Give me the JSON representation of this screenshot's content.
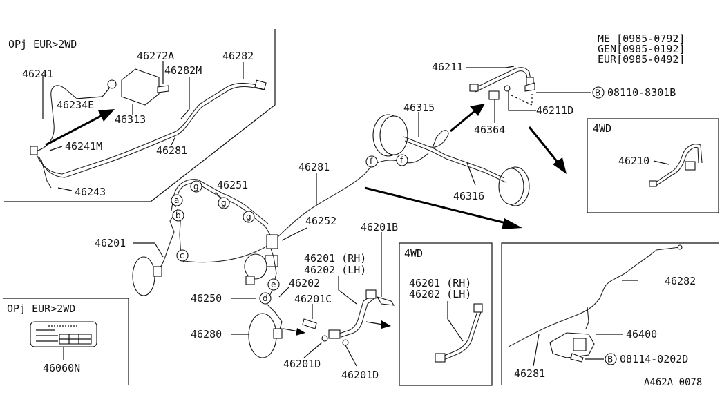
{
  "labels": {
    "op_eur_2wd_top": "OPj EUR>2WD",
    "op_eur_2wd_bottom": "OPj EUR>2WD",
    "me": "ME [0985-0792]",
    "gen": "GEN[0985-0192]",
    "eur": "EUR[0985-0492]",
    "inset_4wd_top": "4WD",
    "inset_4wd_mid": "4WD",
    "ref_code": "A462A 0078"
  },
  "parts": {
    "p46241": "46241",
    "p46234E": "46234E",
    "p46272A": "46272A",
    "p46282M": "46282M",
    "p46282_top": "46282",
    "p46313": "46313",
    "p46241M": "46241M",
    "p46281_inset": "46281",
    "p46243": "46243",
    "p46211": "46211",
    "p46315": "46315",
    "p46364": "46364",
    "p46211D": "46211D",
    "bolt_08110": "08110-8301B",
    "p46316": "46316",
    "p46210": "46210",
    "p46281_main": "46281",
    "p46251": "46251",
    "p46252": "46252",
    "p46201B": "46201B",
    "p46201_left": "46201",
    "p46201_rh": "46201 (RH)",
    "p46202_lh": "46202 (LH)",
    "p46202": "46202",
    "p46250": "46250",
    "p46201C": "46201C",
    "p46280": "46280",
    "p46201D_a": "46201D",
    "p46201D_b": "46201D",
    "p46201_rh_4wd": "46201 (RH)",
    "p46202_lh_4wd": "46202 (LH)",
    "p46282_right": "46282",
    "p46400": "46400",
    "bolt_08114": "08114-0202D",
    "p46281_right": "46281",
    "p46060N": "46060N"
  },
  "circle_markers": {
    "b": "B",
    "f": "f",
    "g": "g",
    "a": "a",
    "bb": "b",
    "c": "c",
    "d": "d",
    "e": "e"
  }
}
